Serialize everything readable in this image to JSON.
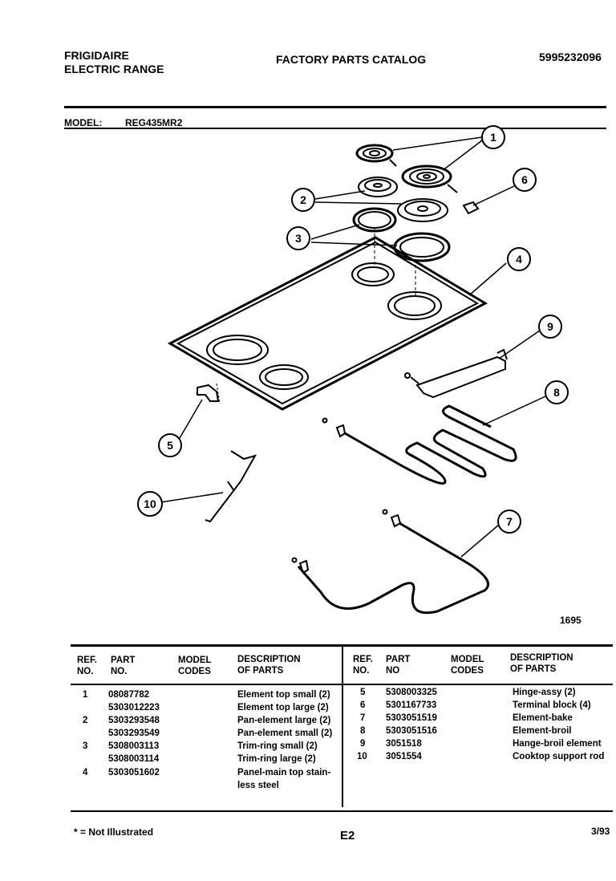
{
  "header": {
    "brand": "FRIGIDAIRE",
    "product": "ELECTRIC RANGE",
    "catalog_title": "FACTORY PARTS CATALOG",
    "catalog_number": "5995232096",
    "model_label": "MODEL:",
    "model_value": "REG435MR2"
  },
  "diagram": {
    "callouts": [
      "1",
      "2",
      "3",
      "4",
      "5",
      "6",
      "7",
      "8",
      "9",
      "10"
    ],
    "figure_number": "1695"
  },
  "table": {
    "headers": {
      "ref": [
        "REF.",
        "NO."
      ],
      "part": [
        "PART",
        "NO."
      ],
      "model": [
        "MODEL",
        "CODES"
      ],
      "desc": [
        "DESCRIPTION",
        "OF PARTS"
      ]
    },
    "headers_right": {
      "ref": [
        "REF.",
        "NO."
      ],
      "part": [
        "PART",
        "NO"
      ],
      "model": [
        "MODEL",
        "CODES"
      ],
      "desc": [
        "DESCRIPTION",
        "OF PARTS"
      ]
    },
    "left_rows": [
      {
        "ref": "1",
        "part": "08087782",
        "desc": "Element top small (2)"
      },
      {
        "ref": "",
        "part": "5303012223",
        "desc": "Element top large (2)"
      },
      {
        "ref": "2",
        "part": "5303293548",
        "desc": "Pan-element large (2)"
      },
      {
        "ref": "",
        "part": "5303293549",
        "desc": "Pan-element small (2)"
      },
      {
        "ref": "3",
        "part": "5308003113",
        "desc": "Trim-ring small (2)"
      },
      {
        "ref": "",
        "part": "5308003114",
        "desc": "Trim-ring large (2)"
      },
      {
        "ref": "4",
        "part": "5303051602",
        "desc": "Panel-main top stain-"
      },
      {
        "ref": "",
        "part": "",
        "desc": "less steel"
      }
    ],
    "right_rows": [
      {
        "ref": "5",
        "part": "5308003325",
        "desc": "Hinge-assy (2)"
      },
      {
        "ref": "6",
        "part": "5301167733",
        "desc": "Terminal block (4)"
      },
      {
        "ref": "7",
        "part": "5303051519",
        "desc": "Element-bake"
      },
      {
        "ref": "8",
        "part": "5303051516",
        "desc": "Element-broil"
      },
      {
        "ref": "9",
        "part": "3051518",
        "desc": "Hange-broil element"
      },
      {
        "ref": "10",
        "part": "3051554",
        "desc": "Cooktop support rod"
      }
    ]
  },
  "footer": {
    "note": "* = Not Illustrated",
    "page": "E2",
    "date": "3/93"
  }
}
